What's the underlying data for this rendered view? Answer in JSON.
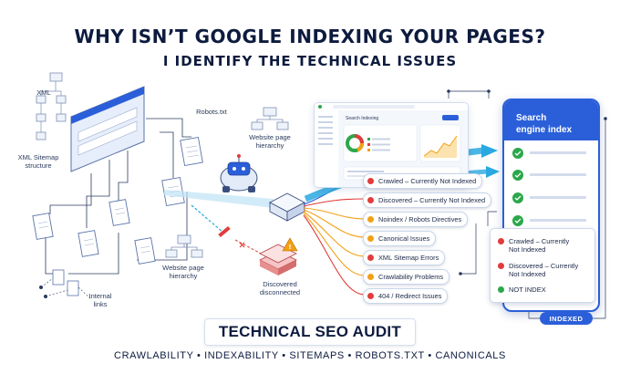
{
  "heading": {
    "title": "WHY ISN’T GOOGLE INDEXING YOUR PAGES?",
    "subtitle": "I IDENTIFY THE TECHNICAL ISSUES"
  },
  "diagram_labels": {
    "xml": "XML",
    "xml_sitemap": "XML Sitemap",
    "structure": "structure",
    "robots_txt": "Robots.txt",
    "hierarchy_1a": "Website page",
    "hierarchy_1b": "hierarchy",
    "hierarchy_2a": "Website page",
    "hierarchy_2b": "hierarchy",
    "internal_a": "Internal",
    "internal_b": "links",
    "discovered_a": "Discovered",
    "discovered_b": "disconnected"
  },
  "dashboard": {
    "title": "Search Indexing"
  },
  "issues": [
    {
      "label": "Crawled – Currently Not Indexed",
      "status": "red"
    },
    {
      "label": "Discovered – Currently Not Indexed",
      "status": "red"
    },
    {
      "label": "Noindex / Robots Directives",
      "status": "orange"
    },
    {
      "label": "Canonical Issues",
      "status": "orange"
    },
    {
      "label": "XML Sitemap Errors",
      "status": "red"
    },
    {
      "label": "Crawlability Problems",
      "status": "orange"
    },
    {
      "label": "404 / Redirect Issues",
      "status": "red"
    }
  ],
  "search_index": {
    "title_line1": "Search",
    "title_line2": "engine index"
  },
  "status_card": {
    "rows": [
      {
        "label_line1": "Crawled – Currently",
        "label_line2": "Not Indexed",
        "status": "red"
      },
      {
        "label_line1": "Discovered – Currently",
        "label_line2": "Not Indexed",
        "status": "red"
      },
      {
        "label_line1": "NOT INDEX",
        "label_line2": "",
        "status": "green"
      }
    ]
  },
  "indexed_badge": "INDEXED",
  "banner": "TECHNICAL SEO AUDIT",
  "footer": "CRAWLABILITY • INDEXABILITY • SITEMAPS • ROBOTS.TXT • CANONICALS",
  "colors": {
    "navy": "#0d1b3e",
    "blue": "#2b5fd9",
    "red": "#e23b3b",
    "orange": "#f2a116",
    "green": "#2aa84a"
  }
}
